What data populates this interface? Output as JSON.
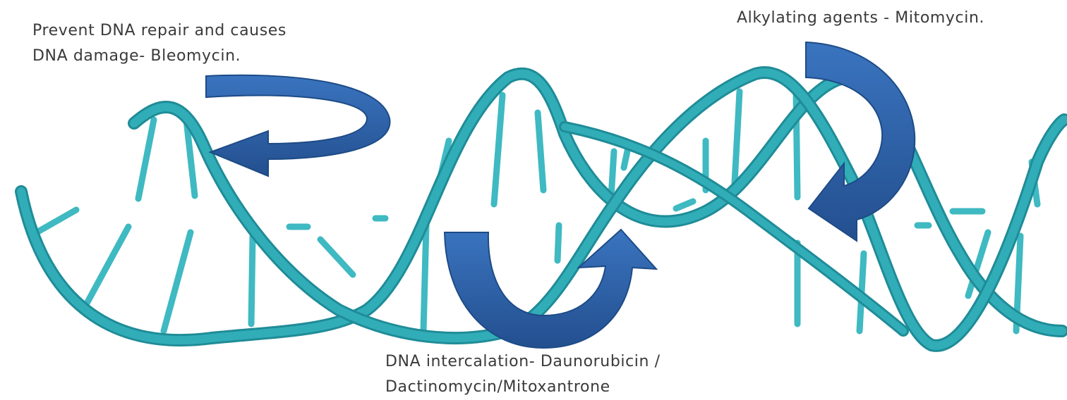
{
  "labels": {
    "bleomycin": {
      "line1": "Prevent DNA repair and causes",
      "line2": "DNA damage- Bleomycin."
    },
    "mitomycin": {
      "line1": "Alkylating agents - Mitomycin."
    },
    "intercalation": {
      "line1": "DNA intercalation- Daunorubicin /",
      "line2": "Dactinomycin/Mitoxantrone"
    }
  },
  "colors": {
    "strand": "#31adb8",
    "strand_dark": "#1f8c97",
    "base_pair": "#3fb9c2",
    "arrow": "#2a62a9",
    "arrow_dark": "#1d4b86",
    "text": "#3a3a3a"
  }
}
